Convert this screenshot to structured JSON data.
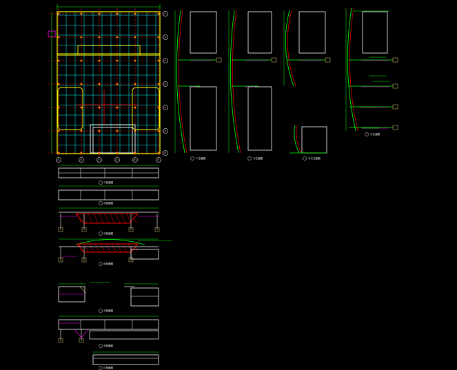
{
  "drawing": {
    "background": "#000000",
    "colors": {
      "white": "#ffffff",
      "green": "#00ff00",
      "cyan": "#00ffff",
      "yellow": "#ffff00",
      "red": "#ff0000",
      "orange": "#ff8c00",
      "magenta": "#ff00ff",
      "khaki": "#c8b464"
    },
    "plan": {
      "grid_bubbles_right": [
        "①",
        "②",
        "③",
        "④",
        "⑤",
        "⑥"
      ],
      "grid_bubbles_bottom": [
        "①",
        "②",
        "③",
        "④",
        "⑤",
        "⑥"
      ]
    },
    "elevation_captions": [
      "①立面图",
      "②立面图",
      "③④立面图",
      "⑥立面图"
    ],
    "section_captions": [
      "①剖面图",
      "②剖面图",
      "③剖面图",
      "④剖面图",
      "⑤剖面图",
      "⑥剖面图",
      "⑦剖面图"
    ]
  }
}
